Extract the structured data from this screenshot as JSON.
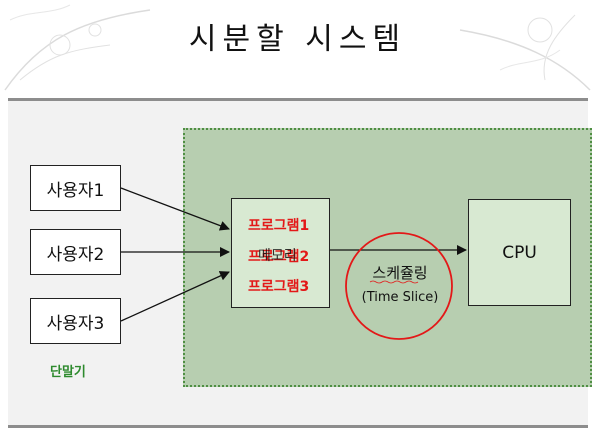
{
  "title": "시분할 시스템",
  "users": [
    "사용자1",
    "사용자2",
    "사용자3"
  ],
  "terminal_label": "단말기",
  "memory": {
    "label": "메모리",
    "programs": [
      "프로그램1",
      "프로그램2",
      "프로그램3"
    ]
  },
  "scheduling": {
    "label": "스케쥴링",
    "sub": "(Time Slice)"
  },
  "cpu_label": "CPU",
  "colors": {
    "program_text": "#e31818",
    "highlight_circle": "#e31818",
    "region_fill": "#b7ceb0",
    "terminal_text": "#2d8a2d"
  }
}
